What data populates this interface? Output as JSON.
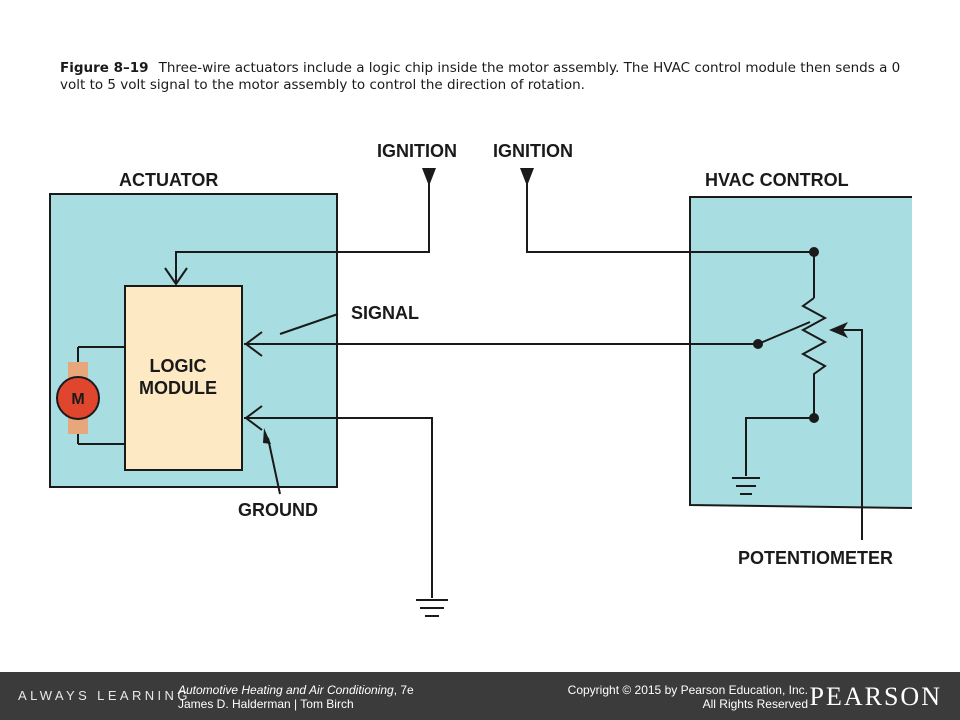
{
  "caption": {
    "label": "Figure 8–19",
    "text": "Three-wire actuators include a logic chip inside the motor assembly. The HVAC control module then sends a 0 volt to 5 volt signal to the motor assembly to control the direction of rotation."
  },
  "diagram": {
    "ignition_left": "IGNITION",
    "ignition_right": "IGNITION",
    "actuator": "ACTUATOR",
    "hvac_control": "HVAC CONTROL",
    "signal": "SIGNAL",
    "logic_line1": "LOGIC",
    "logic_line2": "MODULE",
    "motor": "M",
    "ground": "GROUND",
    "potentiometer": "POTENTIOMETER",
    "colors": {
      "box_fill": "#a8dde1",
      "logic_fill": "#fde9c4",
      "motor_red": "#e0452e",
      "brush": "#e8a77b",
      "wire": "#1a1a1a"
    }
  },
  "footer": {
    "always_learning": "ALWAYS LEARNING",
    "book_title": "Automotive Heating and Air Conditioning",
    "book_edition": ", 7e",
    "authors": "James D. Halderman | Tom Birch",
    "copyright": "Copyright © 2015 by Pearson Education, Inc.",
    "rights": "All Rights Reserved",
    "brand": "PEARSON"
  }
}
